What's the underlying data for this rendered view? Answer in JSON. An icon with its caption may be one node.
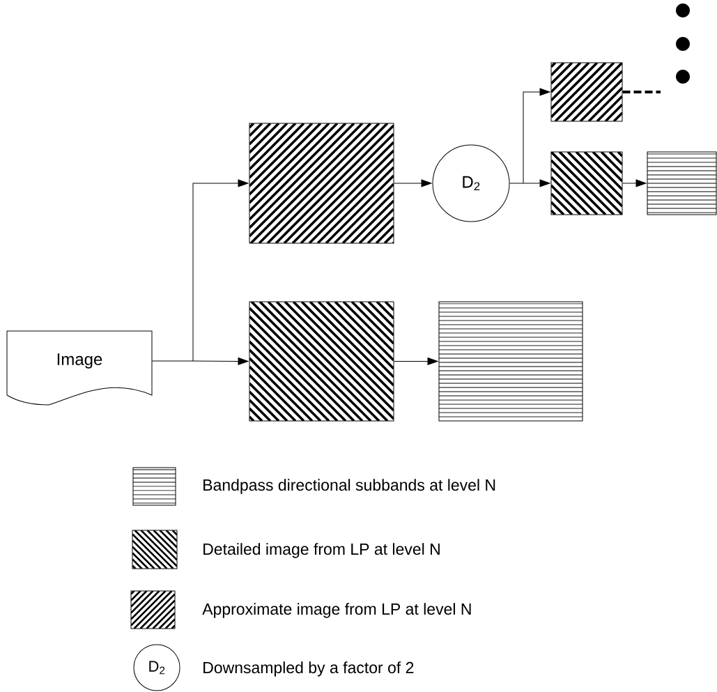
{
  "diagram": {
    "nodes": [
      {
        "text": [
          "Image"
        ]
      },
      {
        "text": [],
        "shape": "box"
      },
      {
        "text": [
          "D$_{2}$"
        ]
      },
      {
        "text": [],
        "shape": "box"
      },
      {
        "text": [],
        "shape": "box"
      },
      {
        "text": [],
        "shape": "box"
      },
      {
        "text": [],
        "shape": "box"
      },
      {
        "text": [],
        "shape": "box"
      }
    ],
    "edges": [
      {
        "from": 0,
        "to": 1,
        "arrow": "to"
      },
      {
        "from": 0,
        "to": 6,
        "arrow": "to"
      },
      {
        "from": 1,
        "to": 2,
        "arrow": "to"
      },
      {
        "from": 2,
        "to": 3,
        "arrow": "to"
      },
      {
        "from": 2,
        "to": 4,
        "arrow": "to"
      },
      {
        "from": 4,
        "to": 5,
        "arrow": "to"
      },
      {
        "from": 6,
        "to": 7,
        "arrow": "to"
      },
      {
        "from": 3,
        "to": null,
        "arrow": "none",
        "style": "dashed"
      }
    ],
    "labels": [
      "D$_{2}$"
    ],
    "legend": [
      {
        "text": "Bandpass directional subbands at level N"
      },
      {
        "text": "Detailed image from LP at level N"
      },
      {
        "text": "Approximate image from LP at level N"
      },
      {
        "text": "Downsampled by a factor of 2"
      }
    ]
  }
}
